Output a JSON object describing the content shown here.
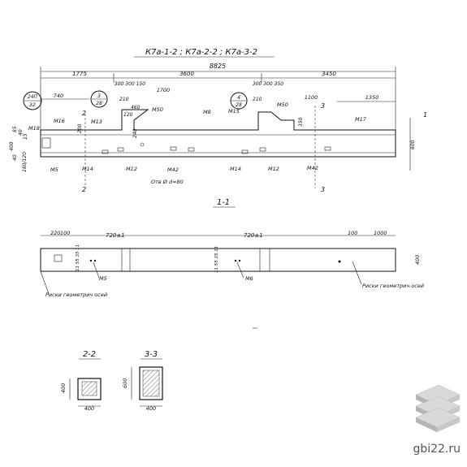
{
  "title": "К7а-1-2 ; К7а-2-2 ; К7а-3-2",
  "dims_top": {
    "overall": "8825",
    "seg1": "1775",
    "seg2": "3600",
    "seg3": "3450",
    "d_740": "740",
    "d_300_300_150": "300 300 150",
    "d_1700": "1700",
    "d_300_300_350": "300 300 350",
    "d_1100": "1100",
    "d_1350": "1350",
    "d_210a": "210",
    "d_210b": "210",
    "d_460": "460",
    "d_120": "120",
    "d_200": "200",
    "d_240": "240",
    "d_350": "350",
    "d_400": "400",
    "d_40a": "40",
    "d_40b": "40",
    "d_85": "85",
    "d_15": "15",
    "d_180": "180",
    "d_180_120": "180/120",
    "d_600": "600"
  },
  "labels_top": {
    "m18": "М18",
    "m16": "М16",
    "m13": "М13",
    "m50a": "М50",
    "m8": "М8",
    "m15": "М15",
    "m50b": "М50",
    "m17": "М17",
    "m5": "М5",
    "m14a": "М14",
    "m12a": "М12",
    "m42a": "М42",
    "m14b": "М14",
    "m12b": "М12",
    "m42b": "М42",
    "hole": "Отв Ø d=80",
    "bubble1_top": "24П",
    "bubble1_bot": "32",
    "bubble2_top": "3",
    "bubble2_bot": "28",
    "bubble3_top": "4",
    "bubble3_bot": "28",
    "cut2a": "2",
    "cut2b": "2",
    "cut3a": "3",
    "cut3b": "3",
    "cut1": "1"
  },
  "section11": {
    "title": "1-1",
    "d_220": "220",
    "d_100a": "100",
    "d_720a": "720±1",
    "d_720b": "720±1",
    "d_100b": "100",
    "d_1000": "1000",
    "d_400": "400",
    "pitch_a": "11 55 35 11",
    "pitch_b": "11 55 35 11",
    "m5": "М5",
    "m6": "М6",
    "axis_note_left": "Риски геометрич осей",
    "axis_note_right": "Риски геометрич осей"
  },
  "section22": {
    "title": "2-2",
    "width": "400",
    "height": "400"
  },
  "section33": {
    "title": "3-3",
    "width": "400",
    "height": "600"
  },
  "watermark": {
    "site": "gbi22.ru"
  }
}
